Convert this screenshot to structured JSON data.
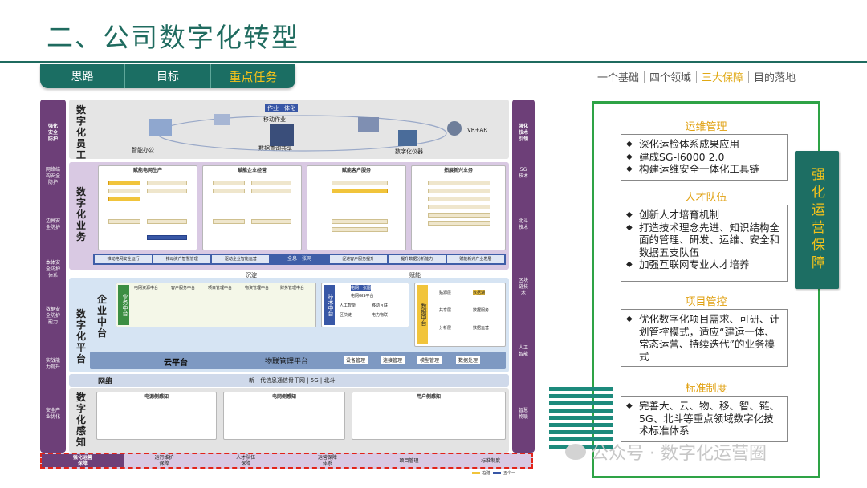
{
  "title": "二、公司数字化转型",
  "tabs": [
    "思路",
    "目标",
    "重点任务"
  ],
  "subtabs": [
    "一个基础",
    "四个领域",
    "三大保障",
    "目的落地"
  ],
  "diagram": {
    "left_labels": [
      "强化\n安全\n防护",
      "网络结\n构安全\n防护",
      "边界安\n全防护",
      "本体安\n全防护\n体系",
      "数据安\n全防护\n能力",
      "实战能\n力提升",
      "安全产\n业优化"
    ],
    "right_labels": [
      "强化\n技术\n引领",
      "5G\n技术",
      "北斗\n技术",
      "区块\n链技\n术",
      "人工\n智能",
      "智慧\n物联"
    ],
    "bands": {
      "employee": "数字化员工",
      "business": "数字化业务",
      "platform": "数字化平台",
      "sensing": "数字化感知"
    },
    "employee_items": [
      "智能办公",
      "移动作业",
      "数据查询共享",
      "数字化仪器",
      "VR+AR",
      "作业一体化"
    ],
    "business_groups": [
      "赋能电网生产",
      "赋能企业经营",
      "赋能客户服务",
      "拓展新兴业务"
    ],
    "business_bottom": [
      "推动电网安全运行",
      "推动资产智慧管理",
      "驱动企业智能运营",
      "全息一张网",
      "促进客户服务提升",
      "提升数据分析能力",
      "赋能新兴产业发展"
    ],
    "flow_labels": [
      "沉淀",
      "赋能"
    ],
    "platform": {
      "enterprise_center": "企业中台",
      "business_center": "业务中台",
      "tech_center": "技术中台",
      "data_center": "数据中台",
      "business_sub": [
        "电网资源中台",
        "客户服务中台",
        "项目管理中台",
        "物资管理中台",
        "财务管理中台"
      ],
      "tech_sub": [
        "电网一张图",
        "电网GIS平台",
        "人工智能",
        "移动互联",
        "区块链",
        "电力物联"
      ],
      "data_sub": [
        "贴源层",
        "数据湖",
        "共享层",
        "数据服务",
        "分析层",
        "数据运营"
      ],
      "cloud": "云平台",
      "iot": "物联管理平台",
      "iot_sub": [
        "设备管理",
        "连接管理",
        "模型管理",
        "数据处理"
      ],
      "net": "网络",
      "net_text": "新一代信息通信骨干网 | 5G | 北斗"
    },
    "sensing_groups": [
      "电源侧感知",
      "电网侧感知",
      "用户侧感知"
    ],
    "bottom_strip": [
      "强化运营\n保障",
      "运行维护\n保障",
      "人才队伍\n保障",
      "运营保障\n体系",
      "项目管理",
      "标准制度"
    ],
    "legend": [
      "在建",
      "五个一"
    ]
  },
  "panel": {
    "sections": [
      {
        "title": "运维管理",
        "items": [
          "深化运检体系成果应用",
          "建成SG-I6000 2.0",
          "构建运维安全一体化工具链"
        ]
      },
      {
        "title": "人才队伍",
        "items": [
          "创新人才培育机制",
          "打造技术理念先进、知识结构全面的管理、研发、运维、安全和数据五支队伍",
          "加强互联网专业人才培养"
        ]
      },
      {
        "title": "项目管控",
        "items": [
          "优化数字化项目需求、可研、计划管控模式，适应“建运一体、常态运营、持续迭代”的业务模式"
        ]
      },
      {
        "title": "标准制度",
        "items": [
          "完善大、云、物、移、智、链、5G、北斗等重点领域数字化技术标准体系"
        ]
      }
    ]
  },
  "banner": "强化运营保障",
  "watermark": "公众号 · 数字化运营圈",
  "colors": {
    "accent": "#1f6b5f",
    "highlight": "#e0a010",
    "panel_border": "#2ea346"
  }
}
